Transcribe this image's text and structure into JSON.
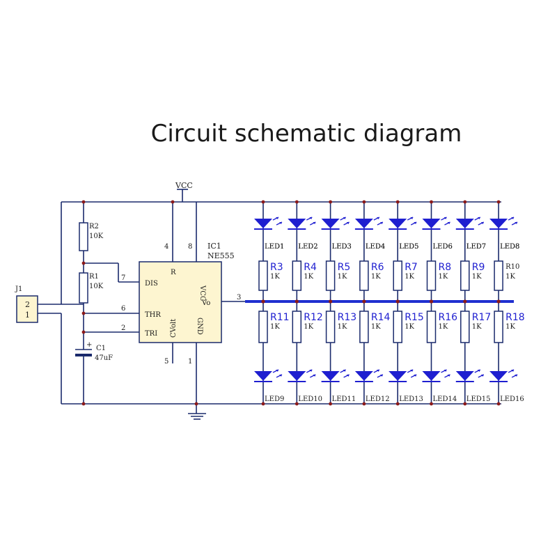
{
  "title": "Circuit schematic diagram",
  "power": {
    "vcc_label": "VCC"
  },
  "connector": {
    "ref": "J1",
    "pin_top": "2",
    "pin_bottom": "1"
  },
  "resistors_left": [
    {
      "ref": "R2",
      "value": "10K"
    },
    {
      "ref": "R1",
      "value": "10K"
    }
  ],
  "capacitor": {
    "ref": "C1",
    "value": "47uF"
  },
  "ic": {
    "ref": "IC1",
    "part": "NE555",
    "pins_left": [
      {
        "num": "7",
        "name": "DIS"
      },
      {
        "num": "6",
        "name": "THR"
      },
      {
        "num": "2",
        "name": "TRI"
      }
    ],
    "pin_r": {
      "num": "4",
      "name": "R"
    },
    "pin_vcc": {
      "num": "8",
      "name": "VCC"
    },
    "pin_out": {
      "num": "3",
      "name": "Vo"
    },
    "pin_cv": {
      "num": "5",
      "name": "CVolt"
    },
    "pin_gnd": {
      "num": "1",
      "name": "GND"
    }
  },
  "top_row": [
    {
      "led": "LED1",
      "res": "R3",
      "val": "1K"
    },
    {
      "led": "LED2",
      "res": "R4",
      "val": "1K"
    },
    {
      "led": "LED3",
      "res": "R5",
      "val": "1K"
    },
    {
      "led": "LED4",
      "res": "R6",
      "val": "1K"
    },
    {
      "led": "LED5",
      "res": "R7",
      "val": "1K"
    },
    {
      "led": "LED6",
      "res": "R8",
      "val": "1K"
    },
    {
      "led": "LED7",
      "res": "R9",
      "val": "1K"
    },
    {
      "led": "LED8",
      "res": "R10",
      "val": "1K"
    }
  ],
  "bottom_row": [
    {
      "led": "LED9",
      "res": "R11",
      "val": "1K"
    },
    {
      "led": "LED10",
      "res": "R12",
      "val": "1K"
    },
    {
      "led": "LED11",
      "res": "R13",
      "val": "1K"
    },
    {
      "led": "LED12",
      "res": "R14",
      "val": "1K"
    },
    {
      "led": "LED13",
      "res": "R15",
      "val": "1K"
    },
    {
      "led": "LED14",
      "res": "R16",
      "val": "1K"
    },
    {
      "led": "LED15",
      "res": "R17",
      "val": "1K"
    },
    {
      "led": "LED16",
      "res": "R18",
      "val": "1K"
    }
  ],
  "colors": {
    "wire": "#1a2a6c",
    "led": "#1f1fd0",
    "ic_fill": "#fdf5d0",
    "connector_fill": "#fdf5d0",
    "junction": "#8b1a1a"
  }
}
